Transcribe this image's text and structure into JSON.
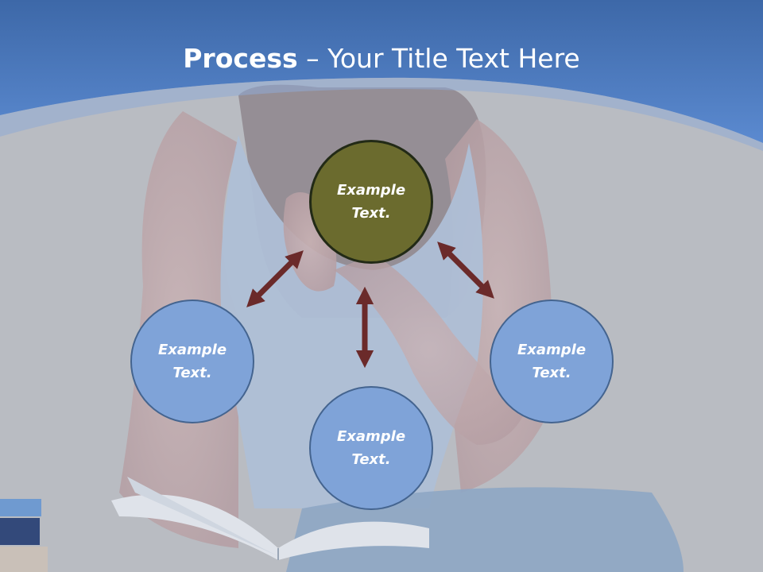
{
  "title": {
    "bold": "Process",
    "dash": " – ",
    "rest": "Your Title Text Here"
  },
  "diagram": {
    "center": "Example Text.",
    "left": "Example Text.",
    "bottom": "Example Text.",
    "right": "Example Text."
  },
  "colors": {
    "header_blue": "#4d7fc4",
    "circle_blue": "#7fa3d8",
    "circle_olive": "#6b6b2e",
    "arrow": "#6b2a2a"
  }
}
